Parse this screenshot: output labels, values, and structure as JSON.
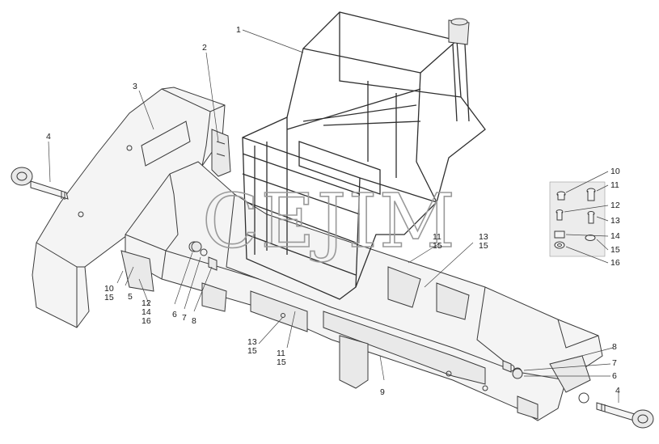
{
  "watermark": "CEJIM",
  "callouts": {
    "c1": "1",
    "c2": "2",
    "c3": "3",
    "c4_left": "4",
    "c4_right": "4",
    "c5": "5",
    "c6_left": "6",
    "c6_right": "6",
    "c7_left": "7",
    "c7_right": "7",
    "c8_left": "8",
    "c8_right": "8",
    "c9": "9",
    "c10_15": [
      "10",
      "15"
    ],
    "c12_14_16": [
      "12",
      "14",
      "16"
    ],
    "c11_15_mid": [
      "11",
      "15"
    ],
    "c13_15_mid": [
      "13",
      "15"
    ],
    "c13_15_low": [
      "13",
      "15"
    ],
    "c11_15_low": [
      "11",
      "15"
    ],
    "fastener_box": [
      "10",
      "11",
      "12",
      "13",
      "14",
      "15",
      "16"
    ]
  }
}
